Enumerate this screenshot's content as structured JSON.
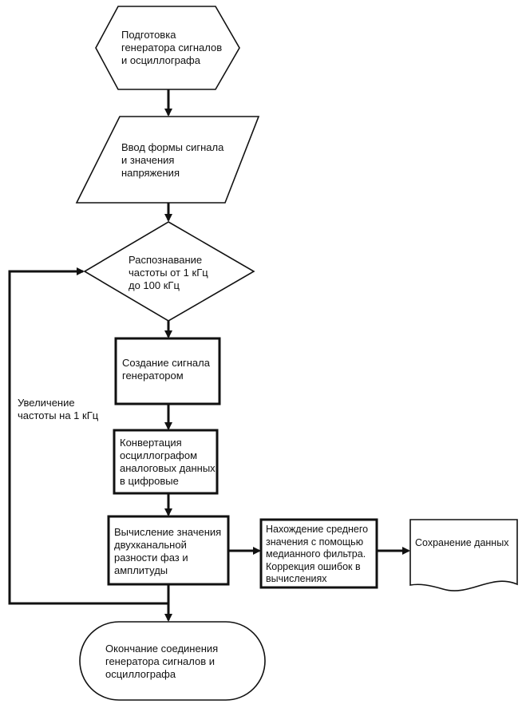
{
  "nodes": {
    "prep": {
      "lines": [
        "Подготовка",
        "генератора сигналов",
        "и осциллографа"
      ]
    },
    "input": {
      "lines": [
        "Ввод формы сигнала",
        "и значения",
        "напряжения"
      ]
    },
    "recognize": {
      "lines": [
        "Распознавание",
        "частоты от 1 кГц",
        "до 100 кГц"
      ]
    },
    "create": {
      "lines": [
        "Создание сигнала",
        "генератором"
      ]
    },
    "convert": {
      "lines": [
        "Конвертация",
        "осциллографом",
        "аналоговых данных",
        "в цифровые"
      ]
    },
    "compute": {
      "lines": [
        "Вычисление значения",
        "двухканальной",
        "разности фаз и",
        "амплитуды"
      ]
    },
    "median": {
      "lines": [
        "Нахождение среднего",
        "значения с помощью",
        "медианного фильтра.",
        "Коррекция ошибок в",
        "вычислениях"
      ]
    },
    "save": {
      "lines": [
        "Сохранение данных"
      ]
    },
    "finish": {
      "lines": [
        "Окончание соединения",
        "генератора сигналов и",
        "осциллографа"
      ]
    }
  },
  "loop_label": {
    "lines": [
      "Увеличение",
      "частоты на 1 кГц"
    ]
  }
}
